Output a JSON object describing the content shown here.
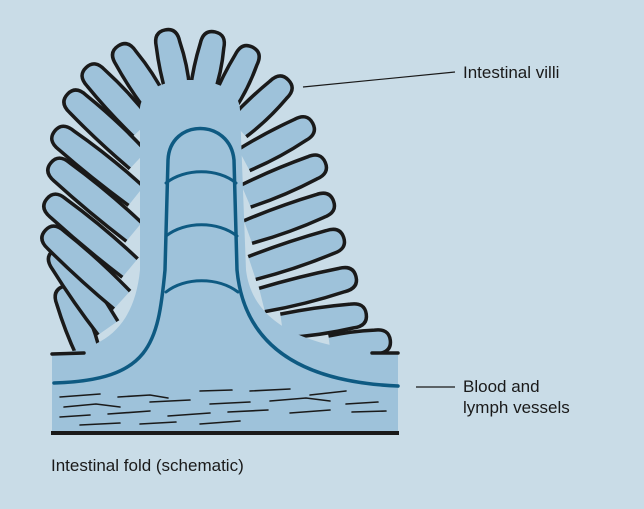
{
  "labels": {
    "villi": "Intestinal villi",
    "vessels_line1": "Blood and",
    "vessels_line2": "lymph vessels"
  },
  "caption": "Intestinal fold (schematic)",
  "colors": {
    "background": "#c9dce7",
    "tissue_fill": "#9ec2da",
    "outline": "#1a1a1a",
    "vessel": "#0e5a82"
  }
}
